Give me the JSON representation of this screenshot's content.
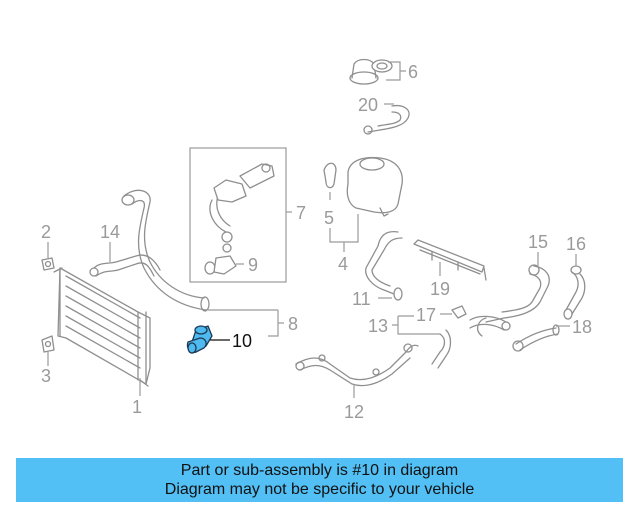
{
  "diagram": {
    "highlight_color": "#4fbaf0",
    "highlighted_callout": "10",
    "callouts": {
      "c1": "1",
      "c2": "2",
      "c3": "3",
      "c4": "4",
      "c5": "5",
      "c6": "6",
      "c7": "7",
      "c8": "8",
      "c9": "9",
      "c10": "10",
      "c11": "11",
      "c12": "12",
      "c13": "13",
      "c14": "14",
      "c15": "15",
      "c16": "16",
      "c17": "17",
      "c18": "18",
      "c19": "19",
      "c20": "20"
    }
  },
  "banner": {
    "background": "#52bff5",
    "line1": "Part or sub-assembly is #10 in diagram",
    "line2": "Diagram may not be specific to your vehicle"
  }
}
